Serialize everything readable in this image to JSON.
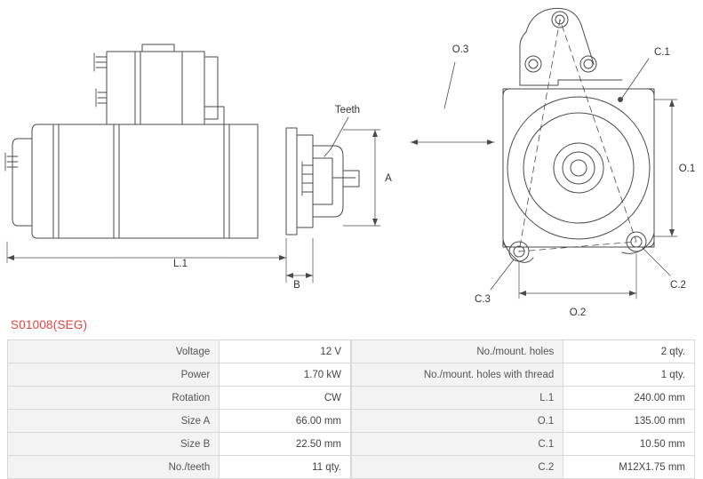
{
  "part": {
    "code": "S01008(SEG)"
  },
  "diagram": {
    "labels": {
      "teeth": "Teeth",
      "l1": "L.1",
      "a": "A",
      "b": "B",
      "o1": "O.1",
      "o2": "O.2",
      "o3": "O.3",
      "c1": "C.1",
      "c2": "C.2",
      "c3": "C.3"
    }
  },
  "specs": {
    "left": [
      {
        "label": "Voltage",
        "value": "12 V"
      },
      {
        "label": "Power",
        "value": "1.70 kW"
      },
      {
        "label": "Rotation",
        "value": "CW"
      },
      {
        "label": "Size A",
        "value": "66.00 mm"
      },
      {
        "label": "Size B",
        "value": "22.50 mm"
      },
      {
        "label": "No./teeth",
        "value": "11 qty."
      }
    ],
    "right": [
      {
        "label": "No./mount. holes",
        "value": "2 qty."
      },
      {
        "label": "No./mount. holes with thread",
        "value": "1 qty."
      },
      {
        "label": "L.1",
        "value": "240.00 mm"
      },
      {
        "label": "O.1",
        "value": "135.00 mm"
      },
      {
        "label": "C.1",
        "value": "10.50 mm"
      },
      {
        "label": "C.2",
        "value": "M12X1.75 mm"
      }
    ]
  }
}
